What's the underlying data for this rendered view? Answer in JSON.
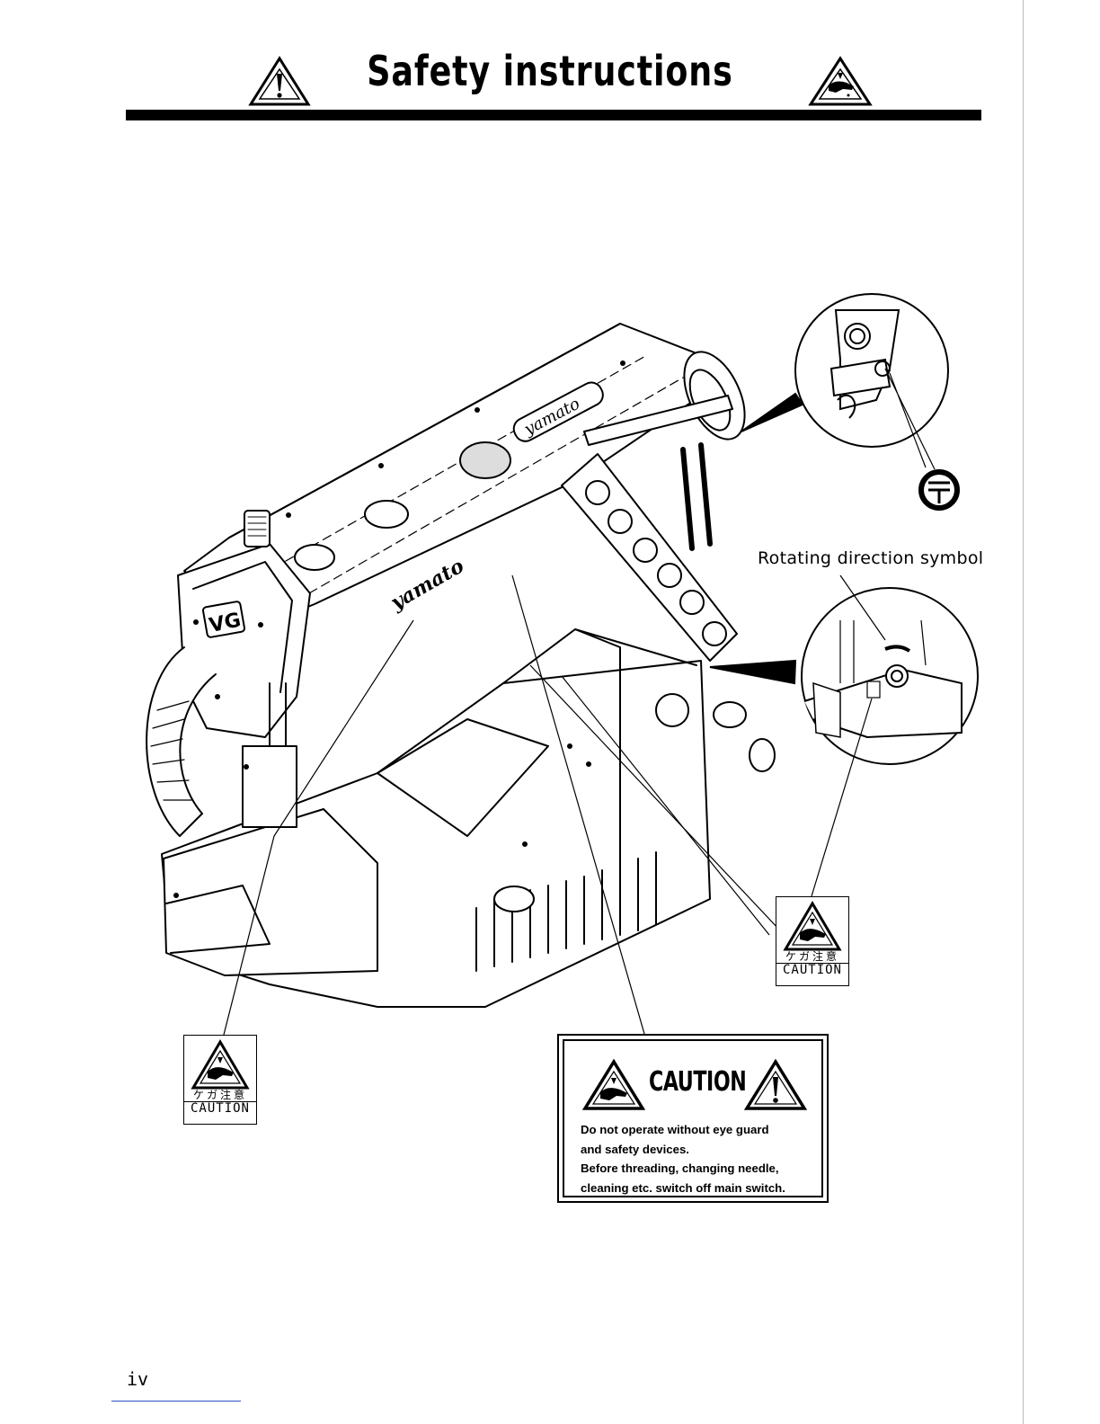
{
  "header": {
    "title": "Safety instructions"
  },
  "callouts": {
    "rotating_direction": "Rotating direction symbol"
  },
  "labels": {
    "left": {
      "jp": "ケガ注意",
      "en": "CAUTION"
    },
    "right": {
      "jp": "ケガ注意",
      "en": "CAUTION"
    }
  },
  "caution_plate": {
    "heading": "CAUTION",
    "lines": [
      "Do not operate without eye guard",
      "and safety devices.",
      "Before threading, changing needle,",
      "cleaning etc. switch off main switch."
    ]
  },
  "machine": {
    "brand_top": "yamato",
    "brand_front": "yamato",
    "badge": "VG"
  },
  "footer": {
    "page_number": "iv"
  }
}
